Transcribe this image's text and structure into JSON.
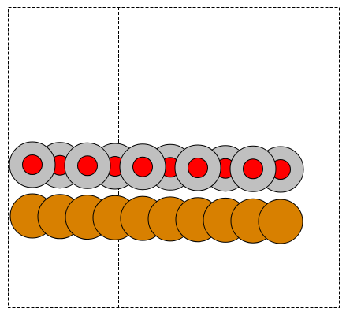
{
  "diagram": {
    "columns": 3,
    "ring_count": 10,
    "disc_count": 10,
    "colors": {
      "background": "#ffffff",
      "frame_stroke": "#000000",
      "ring_fill": "#c0c0c0",
      "ring_core_fill": "#ff0000",
      "disc_fill": "#d88000",
      "outline": "#000000"
    }
  }
}
